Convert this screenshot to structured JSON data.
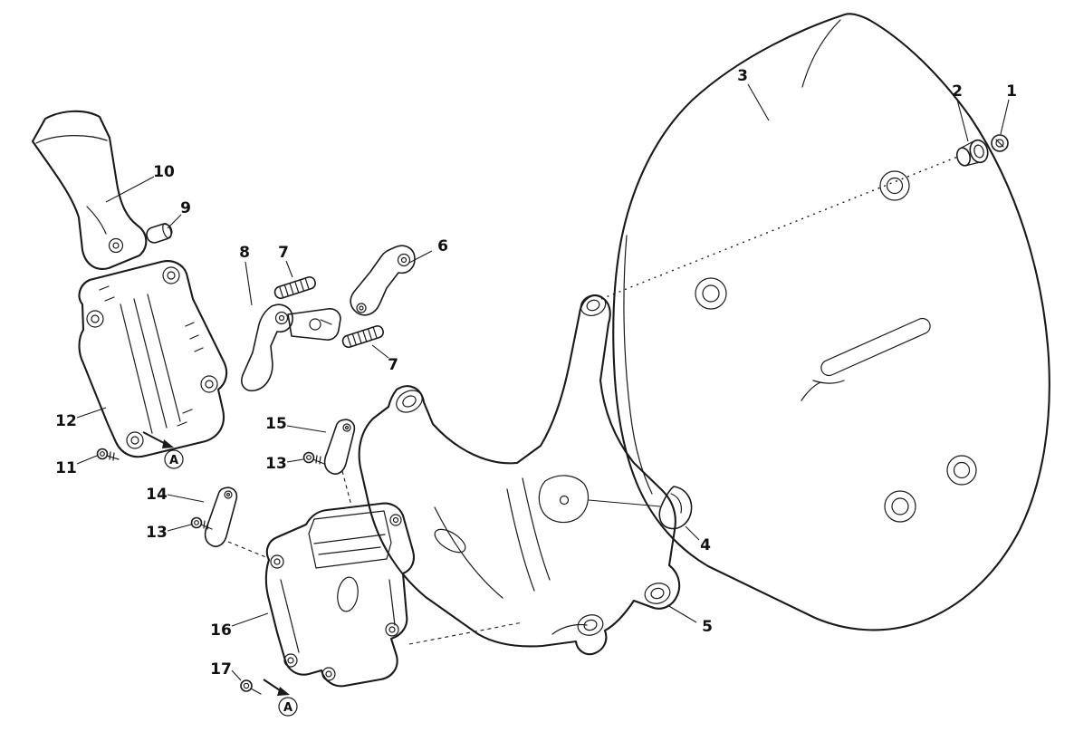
{
  "diagram": {
    "type": "exploded-parts-diagram",
    "background": "#ffffff",
    "line_color": "#1a1a1a",
    "callouts": [
      {
        "label": "1"
      },
      {
        "label": "2"
      },
      {
        "label": "3"
      },
      {
        "label": "4"
      },
      {
        "label": "5"
      },
      {
        "label": "6"
      },
      {
        "label": "7"
      },
      {
        "label": "7"
      },
      {
        "label": "8"
      },
      {
        "label": "9"
      },
      {
        "label": "10"
      },
      {
        "label": "11"
      },
      {
        "label": "12"
      },
      {
        "label": "13"
      },
      {
        "label": "13"
      },
      {
        "label": "14"
      },
      {
        "label": "15"
      },
      {
        "label": "16"
      },
      {
        "label": "17"
      }
    ],
    "view_markers": [
      {
        "label": "A"
      },
      {
        "label": "A"
      }
    ]
  }
}
